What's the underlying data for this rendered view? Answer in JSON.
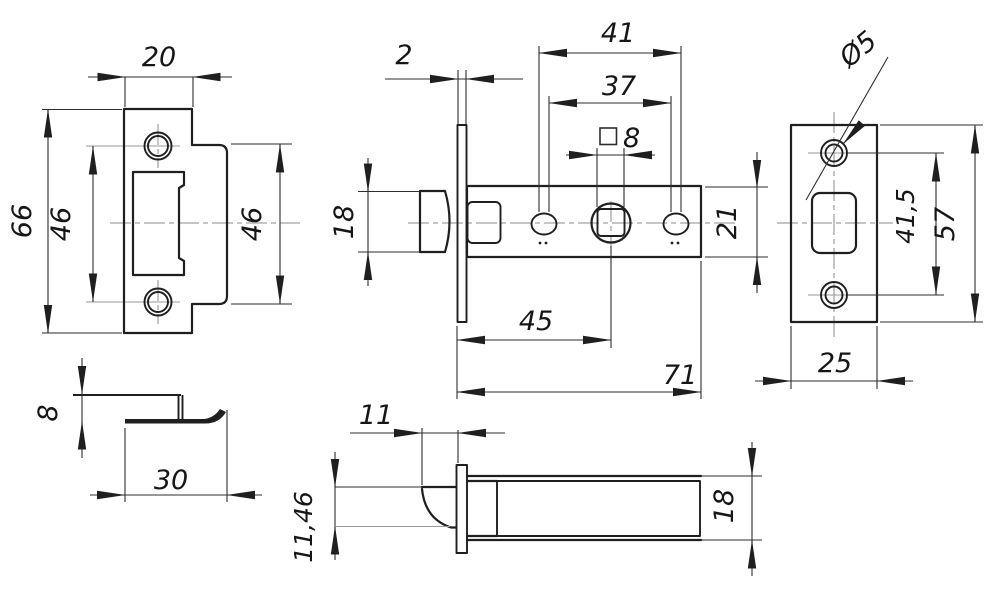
{
  "drawing": {
    "kind": "technical dimension drawing",
    "subject": "tubular door latch: strike plate, latch body and faceplate views",
    "units": "mm",
    "ink_color": "#1f1f1f",
    "background_color": "#ffffff"
  },
  "views": {
    "strike_front": {
      "width": "20",
      "height": "66",
      "hole_spacing": "46",
      "flange_height": "46"
    },
    "strike_profile": {
      "lip_height": "8",
      "length": "30"
    },
    "body_side": {
      "faceplate_thickness": "2",
      "screw_span_outer": "41",
      "screw_span_inner": "37",
      "spindle_square": "8",
      "bolt_height": "18",
      "case_height": "21",
      "backset": "45",
      "case_length": "71"
    },
    "body_top": {
      "bolt_protrusion": "11",
      "bolt_width": "11,46",
      "case_width": "18"
    },
    "faceplate_front": {
      "hole_diameter": "Ø5",
      "screw_spacing": "41,5",
      "height": "57",
      "width": "25"
    }
  }
}
